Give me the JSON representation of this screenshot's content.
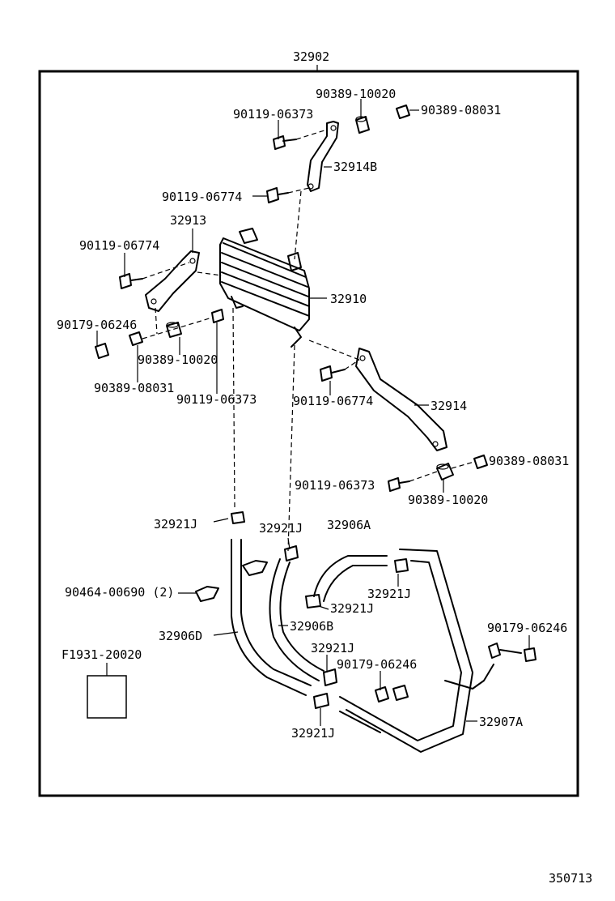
{
  "assembly_number": "32902",
  "diagram_code": "350713",
  "labels": {
    "p_90389_10020_top": "90389-10020",
    "p_90389_08031_top": "90389-08031",
    "p_90119_06373_top": "90119-06373",
    "p_32914B": "32914B",
    "p_90119_06774_a": "90119-06774",
    "p_32913": "32913",
    "p_90119_06774_b": "90119-06774",
    "p_32910": "32910",
    "p_90179_06246_a": "90179-06246",
    "p_90389_10020_mid": "90389-10020",
    "p_90389_08031_mid": "90389-08031",
    "p_90119_06373_mid": "90119-06373",
    "p_90119_06774_c": "90119-06774",
    "p_32914": "32914",
    "p_90389_08031_right": "90389-08031",
    "p_90119_06373_low": "90119-06373",
    "p_90389_10020_low": "90389-10020",
    "p_32921J_a": "32921J",
    "p_32921J_b": "32921J",
    "p_32906A": "32906A",
    "p_32921J_c": "32921J",
    "p_90464_00690": "90464-00690 (2)",
    "p_32921J_d": "32921J",
    "p_32906D": "32906D",
    "p_32906B": "32906B",
    "p_90179_06246_b": "90179-06246",
    "p_F1931_20020": "F1931-20020",
    "p_32921J_e": "32921J",
    "p_90179_06246_c": "90179-06246",
    "p_32921J_f": "32921J",
    "p_32907A": "32907A"
  }
}
